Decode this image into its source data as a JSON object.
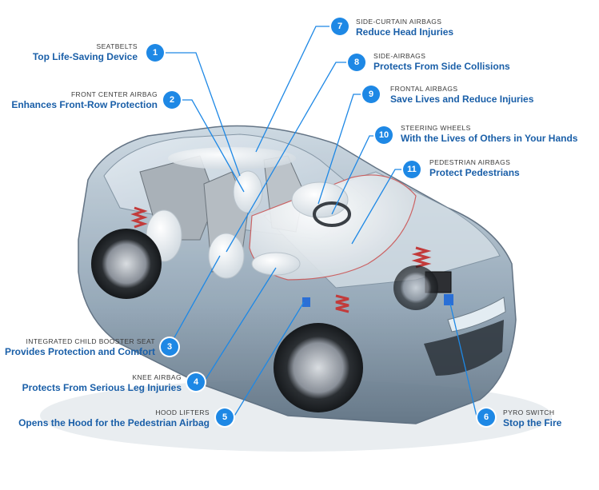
{
  "colors": {
    "accent": "#1e88e5",
    "benefit_text": "#1a5fa8",
    "leader": "#1e88e5"
  },
  "callouts": [
    {
      "number": "1",
      "category": "SEATBELTS",
      "benefit": "Top Life-Saving Device"
    },
    {
      "number": "2",
      "category": "FRONT CENTER AIRBAG",
      "benefit": "Enhances Front-Row Protection"
    },
    {
      "number": "3",
      "category": "INTEGRATED CHILD BOOSTER SEAT",
      "benefit": "Provides Protection and Comfort"
    },
    {
      "number": "4",
      "category": "KNEE AIRBAG",
      "benefit": "Protects From Serious Leg Injuries"
    },
    {
      "number": "5",
      "category": "HOOD LIFTERS",
      "benefit": "Opens the Hood for the Pedestrian Airbag"
    },
    {
      "number": "6",
      "category": "PYRO SWITCH",
      "benefit": "Stop the Fire"
    },
    {
      "number": "7",
      "category": "SIDE-CURTAIN AIRBAGS",
      "benefit": "Reduce Head Injuries"
    },
    {
      "number": "8",
      "category": "SIDE-AIRBAGS",
      "benefit": "Protects From Side Collisions"
    },
    {
      "number": "9",
      "category": "FRONTAL AIRBAGS",
      "benefit": "Save Lives and Reduce Injuries"
    },
    {
      "number": "10",
      "category": "STEERING WHEELS",
      "benefit": "With the Lives of Others in Your Hands"
    },
    {
      "number": "11",
      "category": "PEDESTRIAN AIRBAGS",
      "benefit": "Protect Pedestrians"
    }
  ]
}
